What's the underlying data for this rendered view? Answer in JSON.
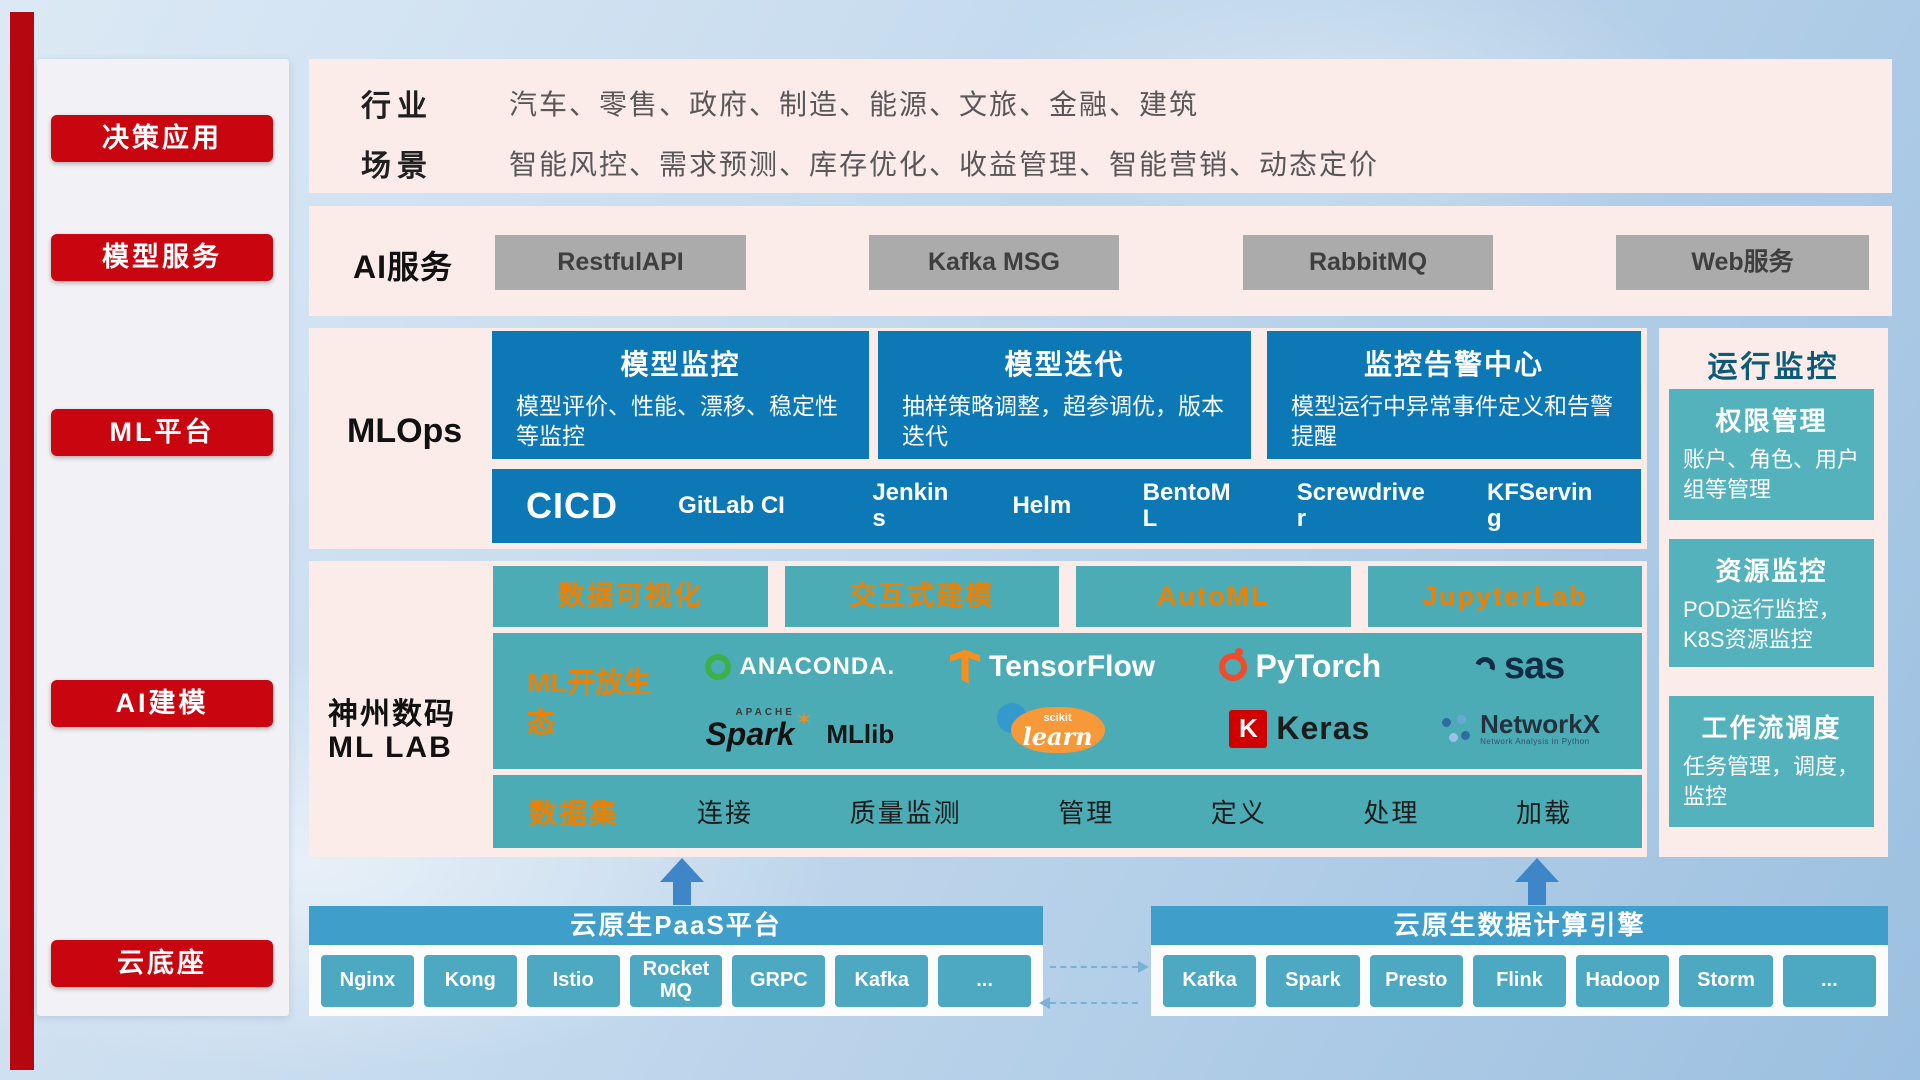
{
  "colors": {
    "accent_red": "#c9050f",
    "band_pink": "#fbece9",
    "card_blue": "#0c78b6",
    "teal": "#4bacb5",
    "teal_light": "#54b2bc",
    "bar_blue": "#3f9fca",
    "chip_teal": "#4da9c2",
    "orange": "#ee8000",
    "gray_button": "#ababab",
    "arrow_blue": "#3e86c8"
  },
  "sidebar": {
    "items": [
      "决策应用",
      "模型服务",
      "ML平台",
      "AI建模",
      "云底座"
    ]
  },
  "apps": {
    "industry_label": "行业",
    "industries": "汽车、零售、政府、制造、能源、文旅、金融、建筑",
    "scene_label": "场景",
    "scenes": "智能风控、需求预测、库存优化、收益管理、智能营销、动态定价"
  },
  "ai_services": {
    "label": "AI服务",
    "buttons": [
      "RestfulAPI",
      "Kafka MSG",
      "RabbitMQ",
      "Web服务"
    ]
  },
  "mlops": {
    "label": "MLOps",
    "cards": [
      {
        "title": "模型监控",
        "desc": "模型评价、性能、漂移、稳定性等监控"
      },
      {
        "title": "模型迭代",
        "desc": "抽样策略调整，超参调优，版本迭代"
      },
      {
        "title": "监控告警中心",
        "desc": "模型运行中异常事件定义和告警提醒"
      }
    ],
    "cicd": {
      "label": "CICD",
      "tools": [
        "GitLab CI",
        "Jenkins",
        "Helm",
        "BentoML",
        "Screwdriver",
        "KFServing"
      ]
    }
  },
  "mllab": {
    "label_line1": "神州数码",
    "label_line2": "ML LAB",
    "modules": [
      "数据可视化",
      "交互式建模",
      "AutoML",
      "JupyterLab"
    ],
    "ecosystem": {
      "label": "ML开放生态",
      "anaconda": "ANACONDA.",
      "tensorflow": "TensorFlow",
      "pytorch": "PyTorch",
      "sas": "sas",
      "apache": "APACHE",
      "spark": "Spark",
      "mllib": "MLlib",
      "scikit": "scikit",
      "learn": "learn",
      "keras_initial": "K",
      "keras": "Keras",
      "networkx": "NetworkX",
      "networkx_sub": "Network Analysis in Python"
    },
    "dataset": {
      "label": "数据集",
      "items": [
        "连接",
        "质量监测",
        "管理",
        "定义",
        "处理",
        "加载"
      ]
    }
  },
  "monitoring": {
    "title": "运行监控",
    "cards": [
      {
        "title": "权限管理",
        "desc": "账户、角色、用户组等管理"
      },
      {
        "title": "资源监控",
        "desc": "POD运行监控，K8S资源监控"
      },
      {
        "title": "工作流调度",
        "desc": "任务管理，调度，监控"
      }
    ]
  },
  "paas": {
    "title": "云原生PaaS平台",
    "items": [
      "Nginx",
      "Kong",
      "Istio",
      "RocketMQ",
      "GRPC",
      "Kafka",
      "..."
    ]
  },
  "engine": {
    "title": "云原生数据计算引擎",
    "items": [
      "Kafka",
      "Spark",
      "Presto",
      "Flink",
      "Hadoop",
      "Storm",
      "..."
    ]
  }
}
